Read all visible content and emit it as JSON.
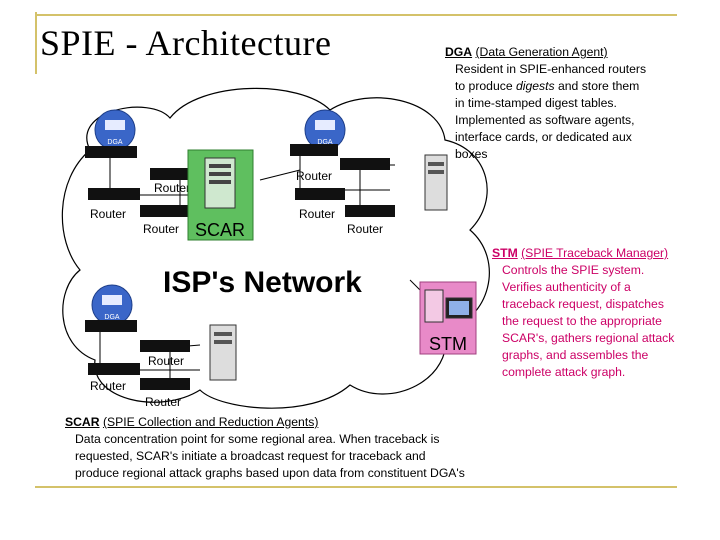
{
  "slide": {
    "title": "SPIE - Architecture"
  },
  "dga": {
    "abbr": "DGA",
    "full": "(Data Generation Agent)",
    "body_lines": [
      "Resident in SPIE-enhanced routers",
      "to produce digests and store them",
      "in time-stamped digest tables.",
      "Implemented as software agents,",
      "interface cards, or dedicated aux",
      "boxes"
    ]
  },
  "stm": {
    "abbr": "STM",
    "full": "(SPIE Traceback Manager)",
    "body_lines": [
      "Controls the SPIE system.",
      "Verifies authenticity of a",
      "traceback request, dispatches",
      "the request to the appropriate",
      "SCAR's, gathers regional attack",
      "graphs, and assembles the",
      "complete attack graph."
    ]
  },
  "scar": {
    "abbr": "SCAR",
    "full": "(SPIE Collection and Reduction Agents)",
    "body_lines": [
      "Data concentration point for some regional area.  When traceback is",
      "requested, SCAR's initiate a broadcast request for traceback and",
      "produce regional attack graphs based upon data from constituent DGA's"
    ]
  },
  "diagram": {
    "network_label": "ISP's Network",
    "scar_box_label": "SCAR",
    "stm_box_label": "STM",
    "dga_badge_label": "DGA",
    "router_label": "Router",
    "colors": {
      "scar_green": "#5fbf5f",
      "stm_pink": "#e88ac8",
      "rule_gold": "#d4c26a",
      "stm_text": "#cc0066",
      "badge_blue": "#3a66c8"
    }
  }
}
